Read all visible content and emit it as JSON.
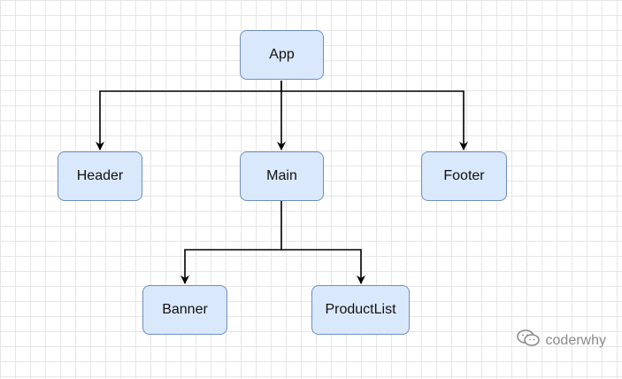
{
  "diagram": {
    "nodes": {
      "app": "App",
      "header": "Header",
      "main": "Main",
      "footer": "Footer",
      "banner": "Banner",
      "product_list": "ProductList"
    },
    "edges": [
      {
        "from": "App",
        "to": "Header"
      },
      {
        "from": "App",
        "to": "Main"
      },
      {
        "from": "App",
        "to": "Footer"
      },
      {
        "from": "Main",
        "to": "Banner"
      },
      {
        "from": "Main",
        "to": "ProductList"
      }
    ]
  },
  "watermark": {
    "text": "coderwhy",
    "icon": "wechat-icon"
  },
  "colors": {
    "node_fill": "#dae8fc",
    "node_border": "#6c8ebf",
    "edge": "#000000",
    "grid": "#e6e6e6"
  }
}
